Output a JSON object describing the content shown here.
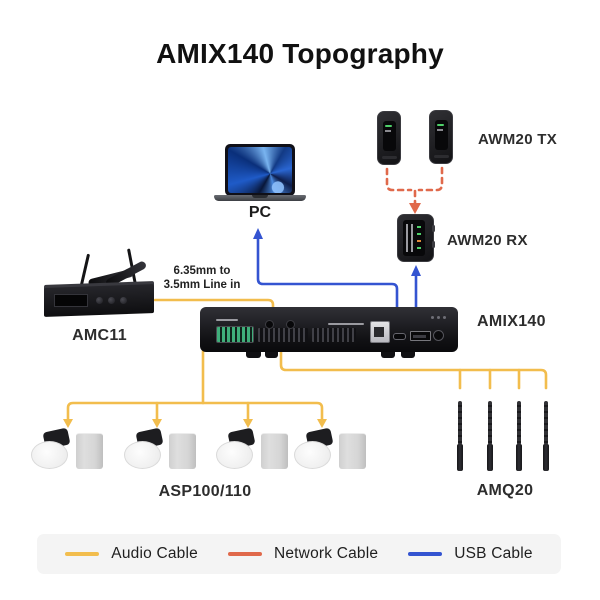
{
  "title": "AMIX140 Topography",
  "devices": {
    "pc": {
      "label": "PC"
    },
    "awm20_tx": {
      "label": "AWM20 TX"
    },
    "awm20_rx": {
      "label": "AWM20 RX"
    },
    "amc11": {
      "label": "AMC11"
    },
    "amix140": {
      "label": "AMIX140"
    },
    "asp": {
      "label": "ASP100/110"
    },
    "amq20": {
      "label": "AMQ20"
    }
  },
  "annotations": {
    "line_in_note_line1": "6.35mm to",
    "line_in_note_line2": "3.5mm Line in"
  },
  "legend": {
    "items": [
      {
        "label": "Audio Cable",
        "color": "#F2BD4D"
      },
      {
        "label": "Network Cable",
        "color": "#E0694B"
      },
      {
        "label": "USB Cable",
        "color": "#3454D1"
      }
    ]
  },
  "colors": {
    "audio_cable": "#F2BD4D",
    "network_cable": "#E0694B",
    "usb_cable": "#3454D1",
    "title_text": "#111111",
    "legend_background": "#f4f4f4"
  }
}
